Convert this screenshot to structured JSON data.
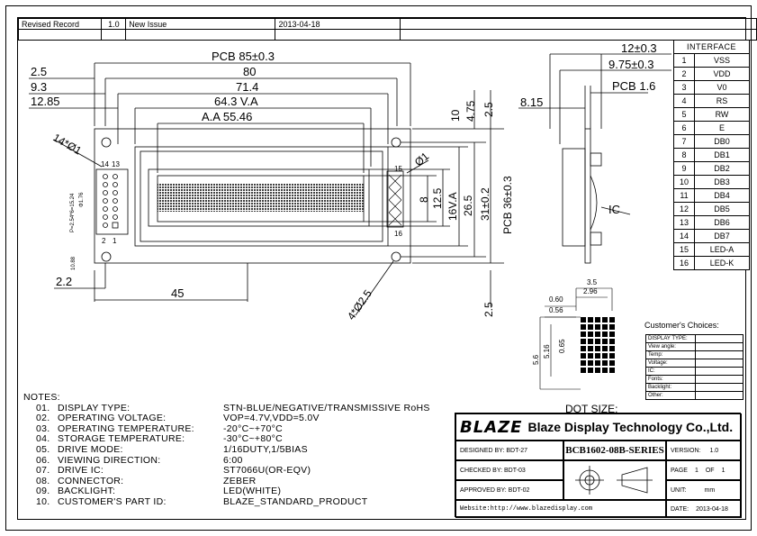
{
  "revision": {
    "label": "Revised Record",
    "rev": "1.0",
    "description": "New Issue",
    "date": "2013-04-18"
  },
  "dimensions": {
    "pcb_width": "PCB 85±0.3",
    "d80": "80",
    "d71_4": "71.4",
    "va_width": "64.3 V.A",
    "aa_width": "A.A 55.46",
    "d2_5": "2.5",
    "d9_3": "9.3",
    "d12_85": "12.85",
    "holes_top": "14*Ø1",
    "hole_dia": "Ø1",
    "mount_holes": "4*Ø2.5",
    "d45": "45",
    "d2_2": "2.2",
    "d2_5_bottom": "2.5",
    "d10": "10",
    "d4_75": "4.75",
    "d2_5_right": "2.5",
    "d8": "8",
    "d12_5": "12.5",
    "va_height": "16V.A",
    "d26_5": "26.5",
    "d31": "31±0.2",
    "pcb_height": "PCB 36±0.3",
    "pin_pitch_label": "P=2.54*6=15.24",
    "pin_sq": "Φ1.76",
    "d10_88": "10.88",
    "side_12": "12±0.3",
    "side_9_75": "9.75±0.3",
    "side_pcb": "PCB 1.6",
    "side_8_15": "8.15",
    "side_ic": "IC",
    "dot_3_5": "3.5",
    "dot_2_96": "2.96",
    "dot_0_60": "0.60",
    "dot_0_56": "0.56",
    "dot_5_6": "5.6",
    "dot_5_16": "5.16",
    "dot_0_65": "0.65",
    "dot_size": "DOT SIZE:"
  },
  "pin_labels": {
    "p14": "14",
    "p13": "13",
    "p2": "2",
    "p1": "1",
    "p15": "15",
    "p16": "16"
  },
  "interface": {
    "title": "INTERFACE",
    "pins": [
      {
        "no": "1",
        "name": "VSS"
      },
      {
        "no": "2",
        "name": "VDD"
      },
      {
        "no": "3",
        "name": "V0"
      },
      {
        "no": "4",
        "name": "RS"
      },
      {
        "no": "5",
        "name": "RW"
      },
      {
        "no": "6",
        "name": "E"
      },
      {
        "no": "7",
        "name": "DB0"
      },
      {
        "no": "8",
        "name": "DB1"
      },
      {
        "no": "9",
        "name": "DB2"
      },
      {
        "no": "10",
        "name": "DB3"
      },
      {
        "no": "11",
        "name": "DB4"
      },
      {
        "no": "12",
        "name": "DB5"
      },
      {
        "no": "13",
        "name": "DB6"
      },
      {
        "no": "14",
        "name": "DB7"
      },
      {
        "no": "15",
        "name": "LED-A"
      },
      {
        "no": "16",
        "name": "LED-K"
      }
    ]
  },
  "customer_choices": {
    "title": "Customer's Choices:",
    "rows": [
      "DISPLAY TYPE:",
      "View angle:",
      "Temp:",
      "Voltage:",
      "IC:",
      "Fonts:",
      "Backlight:",
      "Other:"
    ]
  },
  "notes": {
    "title": "NOTES:",
    "items": [
      {
        "num": "01.",
        "label": "DISPLAY TYPE:",
        "value": "STN-BLUE/NEGATIVE/TRANSMISSIVE RoHS"
      },
      {
        "num": "02.",
        "label": "OPERATING VOLTAGE:",
        "value": "VOP=4.7V,VDD=5.0V"
      },
      {
        "num": "03.",
        "label": "OPERATING TEMPERATURE:",
        "value": "-20°C~+70°C"
      },
      {
        "num": "04.",
        "label": "STORAGE TEMPERATURE:",
        "value": "-30°C~+80°C"
      },
      {
        "num": "05.",
        "label": "DRIVE MODE:",
        "value": "1/16DUTY,1/5BIAS"
      },
      {
        "num": "06.",
        "label": "VIEWING DIRECTION:",
        "value": "6:00"
      },
      {
        "num": "07.",
        "label": "DRIVE IC:",
        "value": "ST7066U(OR-EQV)"
      },
      {
        "num": "08.",
        "label": "CONNECTOR:",
        "value": "ZEBER"
      },
      {
        "num": "09.",
        "label": "BACKLIGHT:",
        "value": "LED(WHITE)"
      },
      {
        "num": "10.",
        "label": "CUSTOMER'S PART ID:",
        "value": "BLAZE_STANDARD_PRODUCT"
      }
    ]
  },
  "title_block": {
    "logo": "BLAZE",
    "company": "Blaze Display Technology Co.,Ltd.",
    "designed_by": "DESIGNED BY: BDT-27",
    "part_no": "BCB1602-08B-SERIES",
    "version_label": "VERSION:",
    "version": "1.0",
    "checked_by": "CHECKED BY: BDT-03",
    "page_label": "PAGE",
    "page": "1",
    "of_label": "OF",
    "of": "1",
    "approved_by": "APPROVED BY: BDT-02",
    "unit_label": "UNIT:",
    "unit": "mm",
    "website": "Website:http://www.blazedisplay.com",
    "date_label": "DATE:",
    "date": "2013-04-18"
  }
}
